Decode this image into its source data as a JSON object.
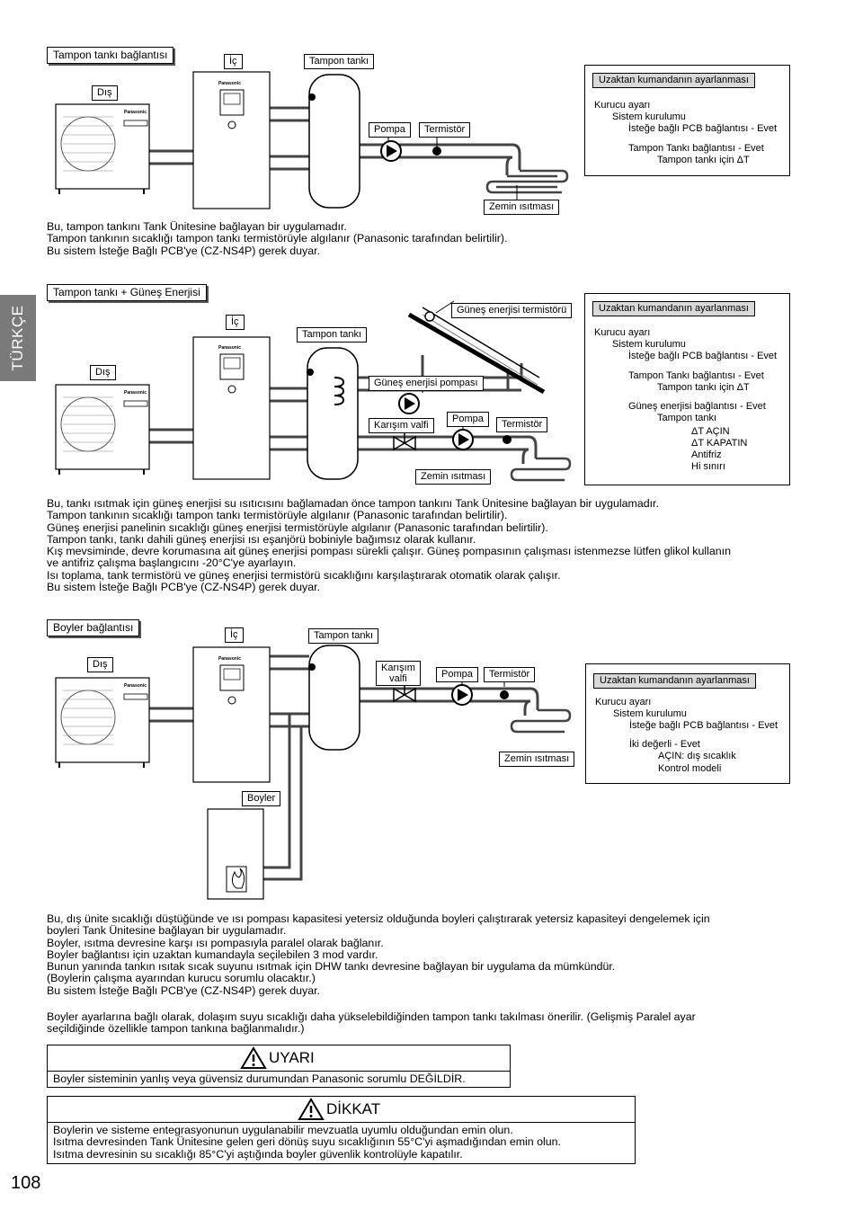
{
  "side_tab": "TÜRKÇE",
  "page_number": "108",
  "sec1": {
    "title": "Tampon tankı bağlantısı",
    "labels": {
      "ic": "İç",
      "dis": "Dış",
      "tank": "Tampon tankı",
      "pompa": "Pompa",
      "termistor": "Termistör",
      "zemin": "Zemin ısıtması"
    },
    "brand": "Panasonic",
    "panel": {
      "header": "Uzaktan kumandanın ayarlanması",
      "lines": [
        "Kurucu ayarı",
        "Sistem kurulumu",
        "İsteğe bağlı PCB bağlantısı - Evet",
        "Tampon Tankı bağlantısı - Evet",
        "Tampon tankı için ΔT"
      ]
    },
    "text": [
      "Bu, tampon tankını Tank Ünitesine bağlayan bir uygulamadır.",
      "Tampon tankının sıcaklığı tampon tankı termistörüyle algılanır (Panasonic tarafından belirtilir).",
      "Bu sistem İsteğe Bağlı PCB'ye (CZ-NS4P) gerek duyar."
    ]
  },
  "sec2": {
    "title": "Tampon tankı + Güneş Enerjisi",
    "labels": {
      "ic": "İç",
      "dis": "Dış",
      "tank": "Tampon tankı",
      "gunes_term": "Güneş enerjisi termistörü",
      "gunes_pompa": "Güneş enerjisi pompası",
      "karisim": "Karışım valfi",
      "pompa": "Pompa",
      "termistor": "Termistör",
      "zemin": "Zemin ısıtması"
    },
    "brand": "Panasonic",
    "panel": {
      "header": "Uzaktan kumandanın ayarlanması",
      "lines": [
        "Kurucu ayarı",
        "Sistem kurulumu",
        "İsteğe bağlı PCB bağlantısı - Evet",
        "Tampon Tankı bağlantısı - Evet",
        "Tampon tankı için ΔT",
        "Güneş enerjisi bağlantısı - Evet",
        "Tampon tankı",
        "ΔT AÇIN",
        "ΔT KAPATIN",
        "Antifriz",
        "Hi sınırı"
      ]
    },
    "text": [
      "Bu, tankı ısıtmak için güneş enerjisi su ısıtıcısını bağlamadan önce tampon tankını Tank Ünitesine bağlayan bir uygulamadır.",
      "Tampon tankının sıcaklığı tampon tankı termistörüyle algılanır (Panasonic tarafından belirtilir).",
      "Güneş enerjisi panelinin sıcaklığı güneş enerjisi termistörüyle algılanır (Panasonic tarafından belirtilir).",
      "Tampon tankı, tankı dahili güneş enerjisi ısı eşanjörü bobiniyle bağımsız olarak kullanır.",
      "Kış mevsiminde, devre korumasına ait güneş enerjisi pompası sürekli çalışır. Güneş pompasının çalışması istenmezse lütfen glikol kullanın",
      "ve antifriz çalışma başlangıcını -20°C'ye ayarlayın.",
      "Isı toplama, tank termistörü ve güneş enerjisi termistörü sıcaklığını karşılaştırarak otomatik olarak çalışır.",
      "Bu sistem İsteğe Bağlı PCB'ye (CZ-NS4P) gerek duyar."
    ]
  },
  "sec3": {
    "title": "Boyler bağlantısı",
    "labels": {
      "ic": "İç",
      "dis": "Dış",
      "tank": "Tampon tankı",
      "karisim_1": "Karışım",
      "karisim_2": "valfi",
      "pompa": "Pompa",
      "termistor": "Termistör",
      "zemin": "Zemin ısıtması",
      "boyler": "Boyler"
    },
    "brand": "Panasonic",
    "panel": {
      "header": "Uzaktan kumandanın ayarlanması",
      "lines": [
        "Kurucu ayarı",
        "Sistem kurulumu",
        "İsteğe bağlı PCB bağlantısı - Evet",
        "İki değerli - Evet",
        "AÇIN: dış sıcaklık",
        "Kontrol modeli"
      ]
    },
    "text": [
      "Bu, dış ünite sıcaklığı düştüğünde ve ısı pompası kapasitesi yetersiz olduğunda boyleri çalıştırarak yetersiz kapasiteyi dengelemek için",
      "boyleri Tank Ünitesine bağlayan bir uygulamadır.",
      "Boyler, ısıtma devresine karşı ısı pompasıyla paralel olarak bağlanır.",
      "Boyler bağlantısı için uzaktan kumandayla seçilebilen 3 mod vardır.",
      "Bunun yanında tankın ısıtak sıcak suyunu ısıtmak için DHW tankı devresine bağlayan bir uygulama da mümkündür.",
      "(Boylerin çalışma ayarından kurucu sorumlu olacaktır.)",
      "Bu sistem İsteğe Bağlı PCB'ye (CZ-NS4P) gerek duyar."
    ],
    "text2": [
      "Boyler ayarlarına bağlı olarak, dolaşım suyu sıcaklığı daha yükselebildiğinden tampon tankı takılması önerilir. (Gelişmiş Paralel ayar",
      "seçildiğinde özellikle tampon tankına bağlanmalıdır.)"
    ]
  },
  "uyari": {
    "title": "UYARI",
    "body": [
      "Boyler sisteminin yanlış veya güvensiz durumundan Panasonic sorumlu DEĞİLDİR."
    ]
  },
  "dikkat": {
    "title": "DİKKAT",
    "body": [
      "Boylerin ve sisteme entegrasyonunun uygulanabilir mevzuatla uyumlu olduğundan emin olun.",
      "Isıtma devresinden Tank Ünitesine gelen geri dönüş suyu sıcaklığının 55°C'yi aşmadığından emin olun.",
      "Isıtma devresinin su sıcaklığı 85°C'yi aştığında boyler güvenlik kontrolüyle kapatılır."
    ]
  }
}
